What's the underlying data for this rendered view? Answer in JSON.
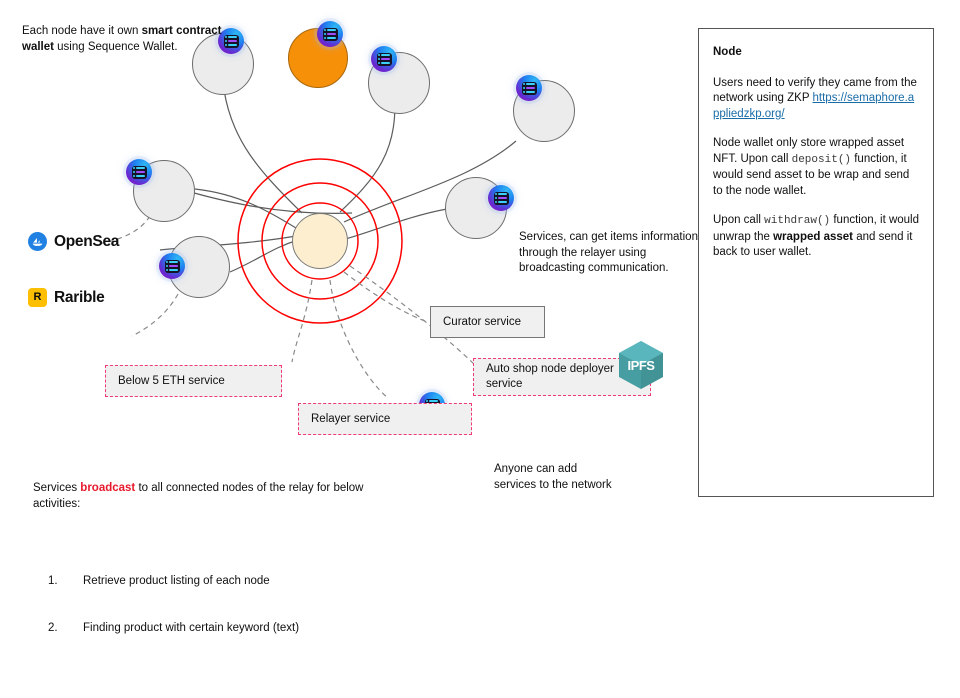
{
  "notes": {
    "wallet": {
      "pre": "Each node have it own ",
      "bold": "smart contract wallet",
      "post": " using Sequence Wallet."
    },
    "services_relayer": "Services, can get items information through the relayer using broadcasting communication.",
    "anyone": "Anyone can add\nservices to the network",
    "broadcast": {
      "pre": "Services ",
      "highlight": "broadcast",
      "post": " to all connected nodes of the relay for below activities:",
      "items": [
        {
          "num": "1.",
          "text": "Retrieve product listing of each node"
        },
        {
          "num": "2.",
          "text": "Finding product with certain keyword (text)"
        }
      ]
    }
  },
  "service_boxes": [
    {
      "id": "curator",
      "label": "Curator service",
      "style": "solid"
    },
    {
      "id": "below5eth",
      "label": "Below 5 ETH service",
      "style": "dashed"
    },
    {
      "id": "relayer",
      "label": "Relayer service",
      "style": "dashed"
    },
    {
      "id": "autoshop",
      "label": "Auto shop node deployer service",
      "style": "dashed"
    }
  ],
  "brands": [
    {
      "id": "opensea",
      "name": "OpenSea",
      "mark": "opensea-boat-icon",
      "color": "#2081e2"
    },
    {
      "id": "rarible",
      "name": "Rarible",
      "mark": "rarible-r-icon",
      "color": "#febf00"
    }
  ],
  "ipfs": {
    "label": "IPFS",
    "color": "#469ea2"
  },
  "nodes": [
    {
      "id": "node-top-left",
      "color": "#ececec"
    },
    {
      "id": "node-top-orange",
      "color": "#f79009"
    },
    {
      "id": "node-top-right",
      "color": "#ececec"
    },
    {
      "id": "node-far-right",
      "color": "#ececec"
    },
    {
      "id": "node-left",
      "color": "#ececec"
    },
    {
      "id": "node-lower-left",
      "color": "#ececec"
    },
    {
      "id": "node-right-mid",
      "color": "#ececec"
    }
  ],
  "core": {
    "id": "relay-core",
    "color": "#fdeecf",
    "ring_color": "#ff0000",
    "rings": 3
  },
  "panel": {
    "title": "Node",
    "para1_a": "Users need to verify they came from the network using ZKP ",
    "link": "https://semaphore.appliedzkp.org/",
    "para2_a": "Node wallet only store wrapped asset NFT. Upon call ",
    "para2_code": "deposit()",
    "para2_b": " function, it would send asset to be wrap and send to the node wallet.",
    "para3_a": "Upon call ",
    "para3_code": "withdraw()",
    "para3_b": " function, it would unwrap the ",
    "para3_bold": "wrapped asset",
    "para3_c": " and send it back to user wallet."
  }
}
